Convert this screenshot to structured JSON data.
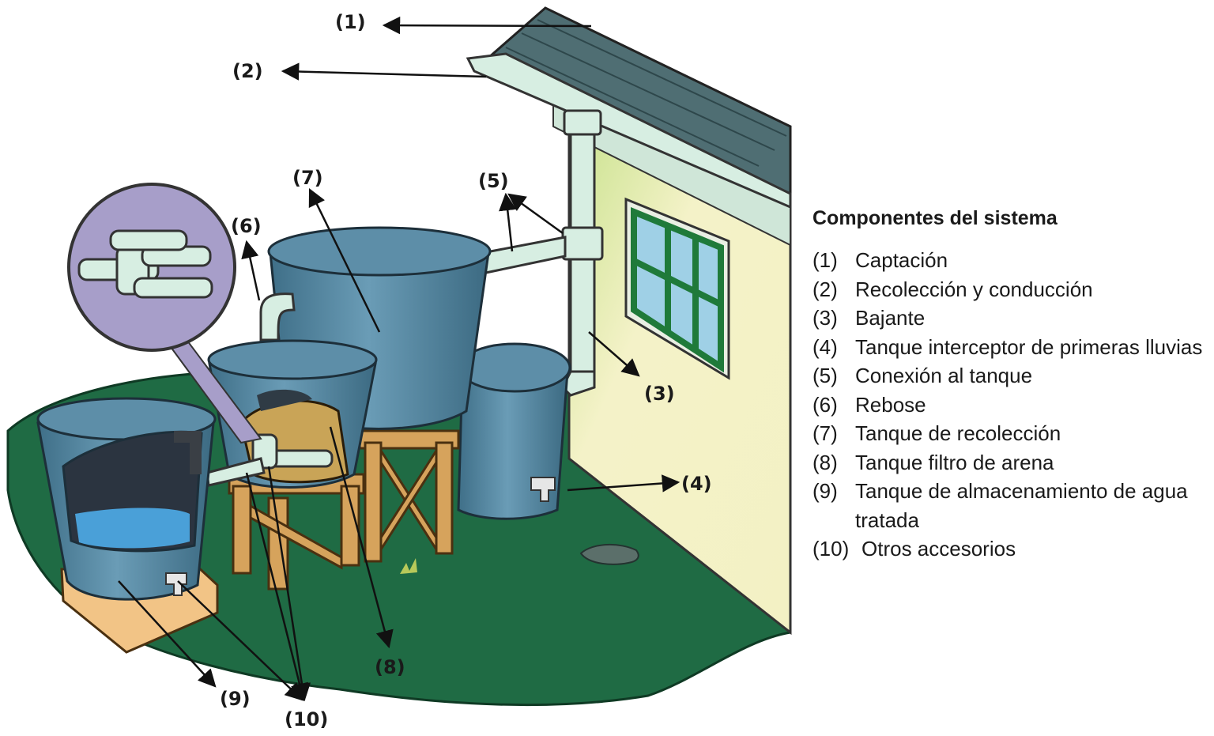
{
  "callouts": [
    "(1)",
    "(2)",
    "(3)",
    "(4)",
    "(5)",
    "(6)",
    "(7)",
    "(8)",
    "(9)",
    "(10)"
  ],
  "legend": {
    "title": "Componentes del sistema",
    "items": [
      {
        "num": "(1)",
        "text": "Captación"
      },
      {
        "num": "(2)",
        "text": "Recolección y conducción"
      },
      {
        "num": "(3)",
        "text": "Bajante"
      },
      {
        "num": "(4)",
        "text": "Tanque interceptor de primeras lluvias"
      },
      {
        "num": "(5)",
        "text": "Conexión al tanque"
      },
      {
        "num": "(6)",
        "text": "Rebose"
      },
      {
        "num": "(7)",
        "text": "Tanque de recolección"
      },
      {
        "num": "(8)",
        "text": "Tanque filtro de arena"
      },
      {
        "num": "(9)",
        "text": "Tanque de almacenamiento de agua tratada"
      },
      {
        "num": "(10)",
        "text": "Otros accesorios"
      }
    ]
  },
  "colors": {
    "ground": "#1f6b44",
    "wall": "#f3f1c4",
    "roof": "#4f6e73",
    "tank": "#5d8ea8",
    "pipe": "#d7eee2",
    "wood": "#d6a35c",
    "water": "#4aa0d8"
  }
}
